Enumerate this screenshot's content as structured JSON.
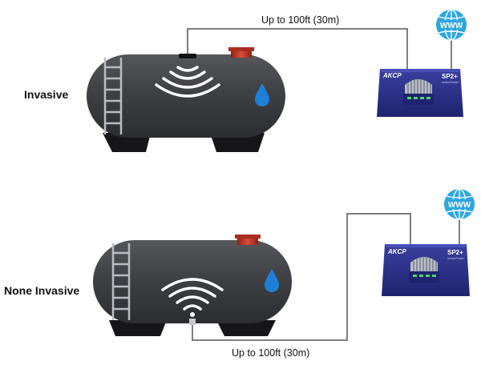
{
  "scenarios": [
    {
      "label": "Invasive",
      "cable_label": "Up to 100ft (30m)"
    },
    {
      "label": "None Invasive",
      "cable_label": "Up to 100ft (30m)"
    }
  ],
  "device": {
    "brand": "AKCP",
    "model": "SP2+",
    "model_sub": "sensorProbe+"
  },
  "globe": {
    "text": "WWW"
  },
  "icons": [
    "ladder-icon",
    "water-drop-icon",
    "wifi-signal-icon",
    "globe-icon"
  ],
  "colors": {
    "tank_body": "#3e3f42",
    "tank_wheels": "#161618",
    "tank_cap": "#c0392b",
    "ladder": "#b9bcc2",
    "drop": "#1e7fd6",
    "globe": "#2ea6e0",
    "device": "#262b82",
    "cable": "#555555"
  }
}
